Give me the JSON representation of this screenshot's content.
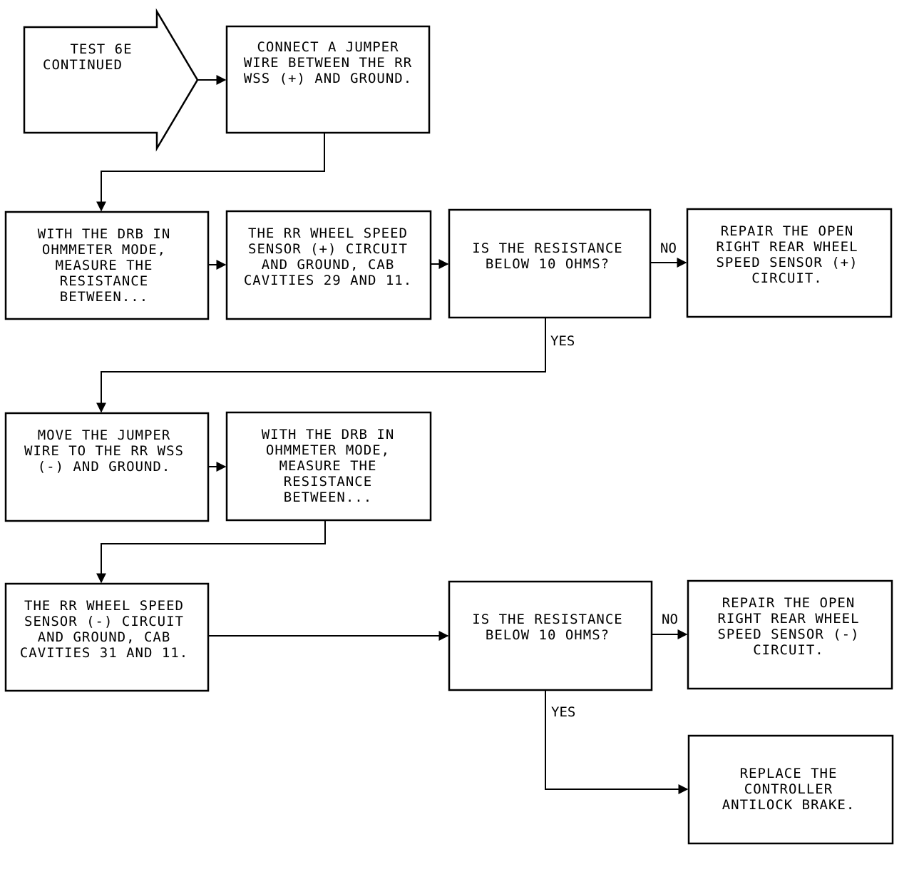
{
  "start": {
    "lines": [
      "TEST 6E",
      "CONTINUED"
    ]
  },
  "steps": {
    "connect_jumper": [
      "CONNECT A JUMPER",
      "WIRE BETWEEN THE RR",
      "WSS (+) AND GROUND."
    ],
    "measure_1": [
      "WITH THE DRB IN",
      "OHMMETER MODE,",
      "MEASURE THE",
      "RESISTANCE",
      "BETWEEN..."
    ],
    "circuit_plus": [
      "THE RR WHEEL SPEED",
      "SENSOR (+) CIRCUIT",
      "AND GROUND, CAB",
      "CAVITIES 29 AND 11."
    ],
    "question_1": [
      "IS THE RESISTANCE",
      "BELOW 10 OHMS?"
    ],
    "repair_plus": [
      "REPAIR THE OPEN",
      "RIGHT REAR WHEEL",
      "SPEED SENSOR (+)",
      "CIRCUIT."
    ],
    "move_jumper": [
      "MOVE THE JUMPER",
      "WIRE TO THE RR WSS",
      "(-) AND GROUND."
    ],
    "measure_2": [
      "WITH THE DRB IN",
      "OHMMETER MODE,",
      "MEASURE THE",
      "RESISTANCE",
      "BETWEEN..."
    ],
    "circuit_minus": [
      "THE RR WHEEL SPEED",
      "SENSOR (-) CIRCUIT",
      "AND GROUND, CAB",
      "CAVITIES 31 AND 11."
    ],
    "question_2": [
      "IS THE RESISTANCE",
      "BELOW 10 OHMS?"
    ],
    "repair_minus": [
      "REPAIR THE OPEN",
      "RIGHT REAR WHEEL",
      "SPEED SENSOR (-)",
      "CIRCUIT."
    ],
    "replace_controller": [
      "REPLACE THE",
      "CONTROLLER",
      "ANTILOCK BRAKE."
    ]
  },
  "labels": {
    "no_1": "NO",
    "yes_1": "YES",
    "no_2": "NO",
    "yes_2": "YES"
  }
}
